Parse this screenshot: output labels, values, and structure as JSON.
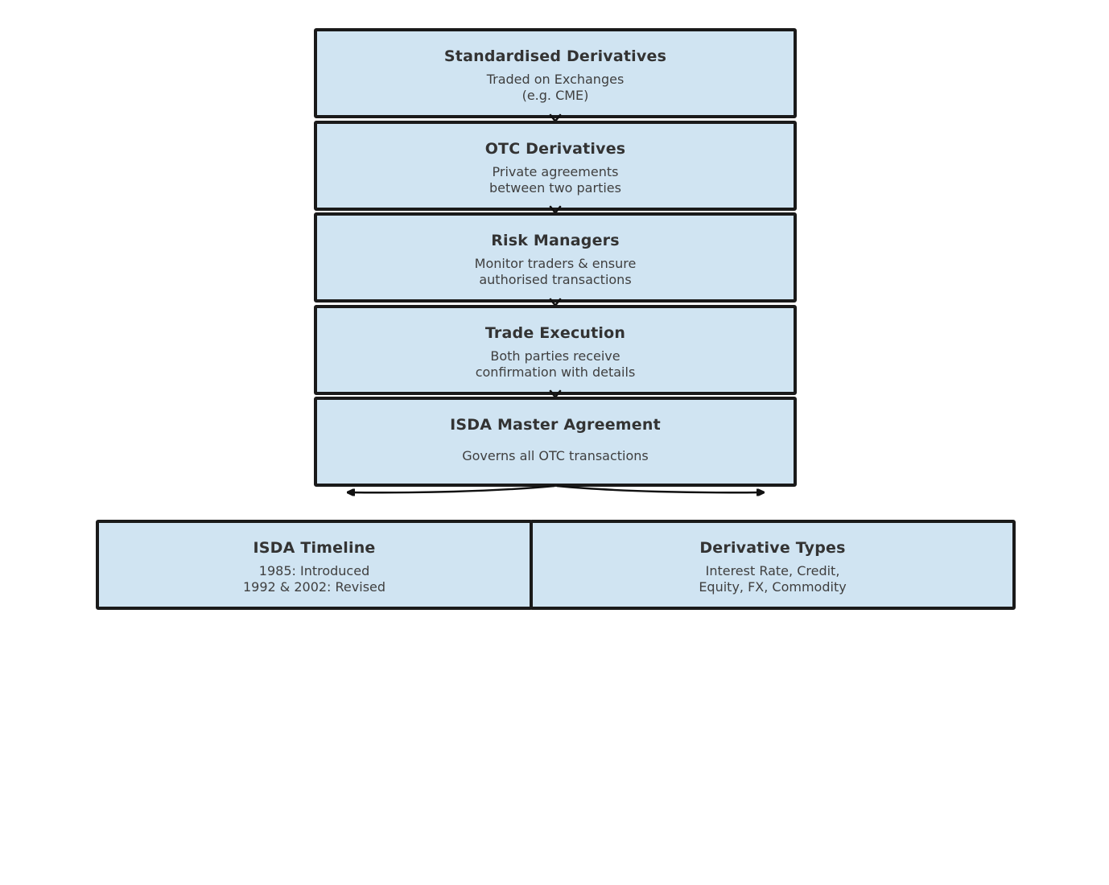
{
  "colors": {
    "box_fill": "#d0e4f2",
    "box_border": "#1a1a1a",
    "title_text": "#333333",
    "body_text": "#3f3f3f",
    "arrow": "#111111",
    "background": "#ffffff"
  },
  "flow_boxes": [
    {
      "title": "Standardised Derivatives",
      "body_lines": [
        "Traded on Exchanges",
        "(e.g. CME)"
      ]
    },
    {
      "title": "OTC Derivatives",
      "body_lines": [
        "Private agreements",
        "between two parties"
      ]
    },
    {
      "title": "Risk Managers",
      "body_lines": [
        "Monitor traders & ensure",
        "authorised transactions"
      ]
    },
    {
      "title": "Trade Execution",
      "body_lines": [
        "Both parties receive",
        "confirmation with details"
      ]
    },
    {
      "title": "ISDA Master Agreement",
      "body_lines": [
        "Governs all OTC transactions"
      ]
    }
  ],
  "bottom_boxes": [
    {
      "title": "ISDA Timeline",
      "body_lines": [
        "1985: Introduced",
        "1992 & 2002: Revised"
      ]
    },
    {
      "title": "Derivative Types",
      "body_lines": [
        "Interest Rate, Credit,",
        "Equity, FX, Commodity"
      ]
    }
  ]
}
